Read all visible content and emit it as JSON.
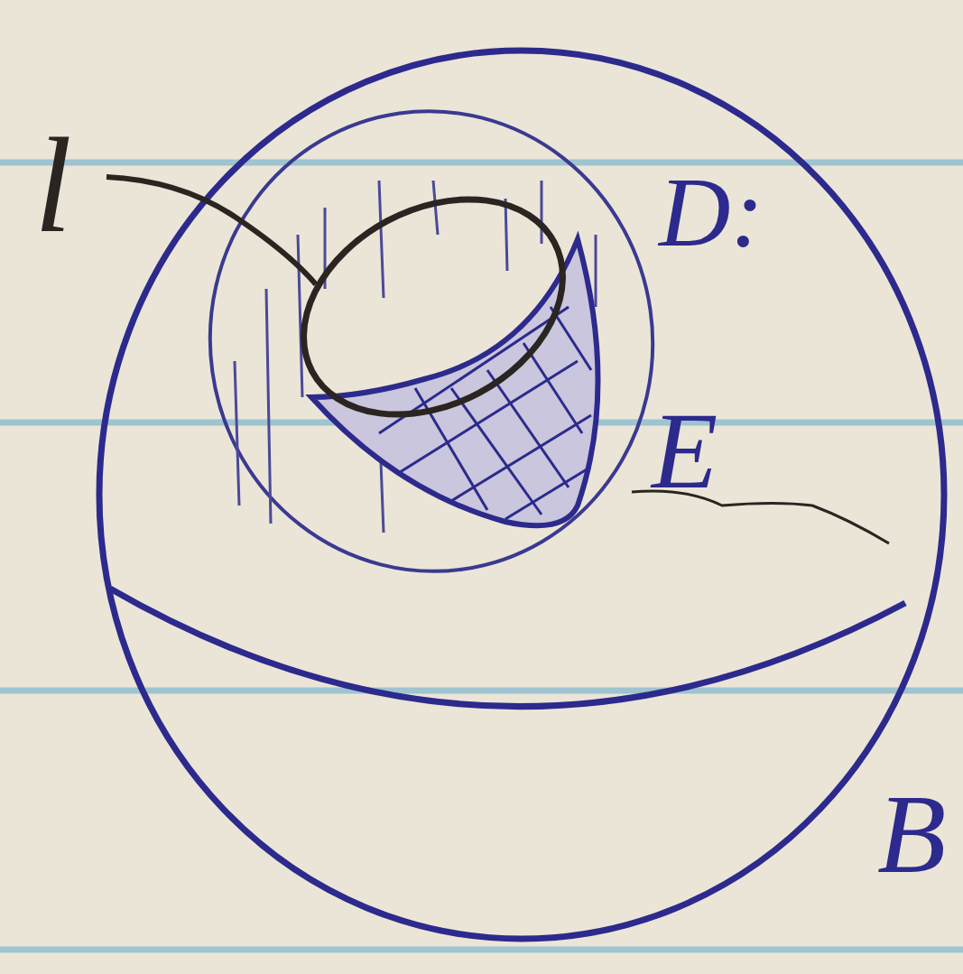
{
  "diagram": {
    "labels": [
      "l",
      "D:",
      "E",
      "B"
    ]
  }
}
